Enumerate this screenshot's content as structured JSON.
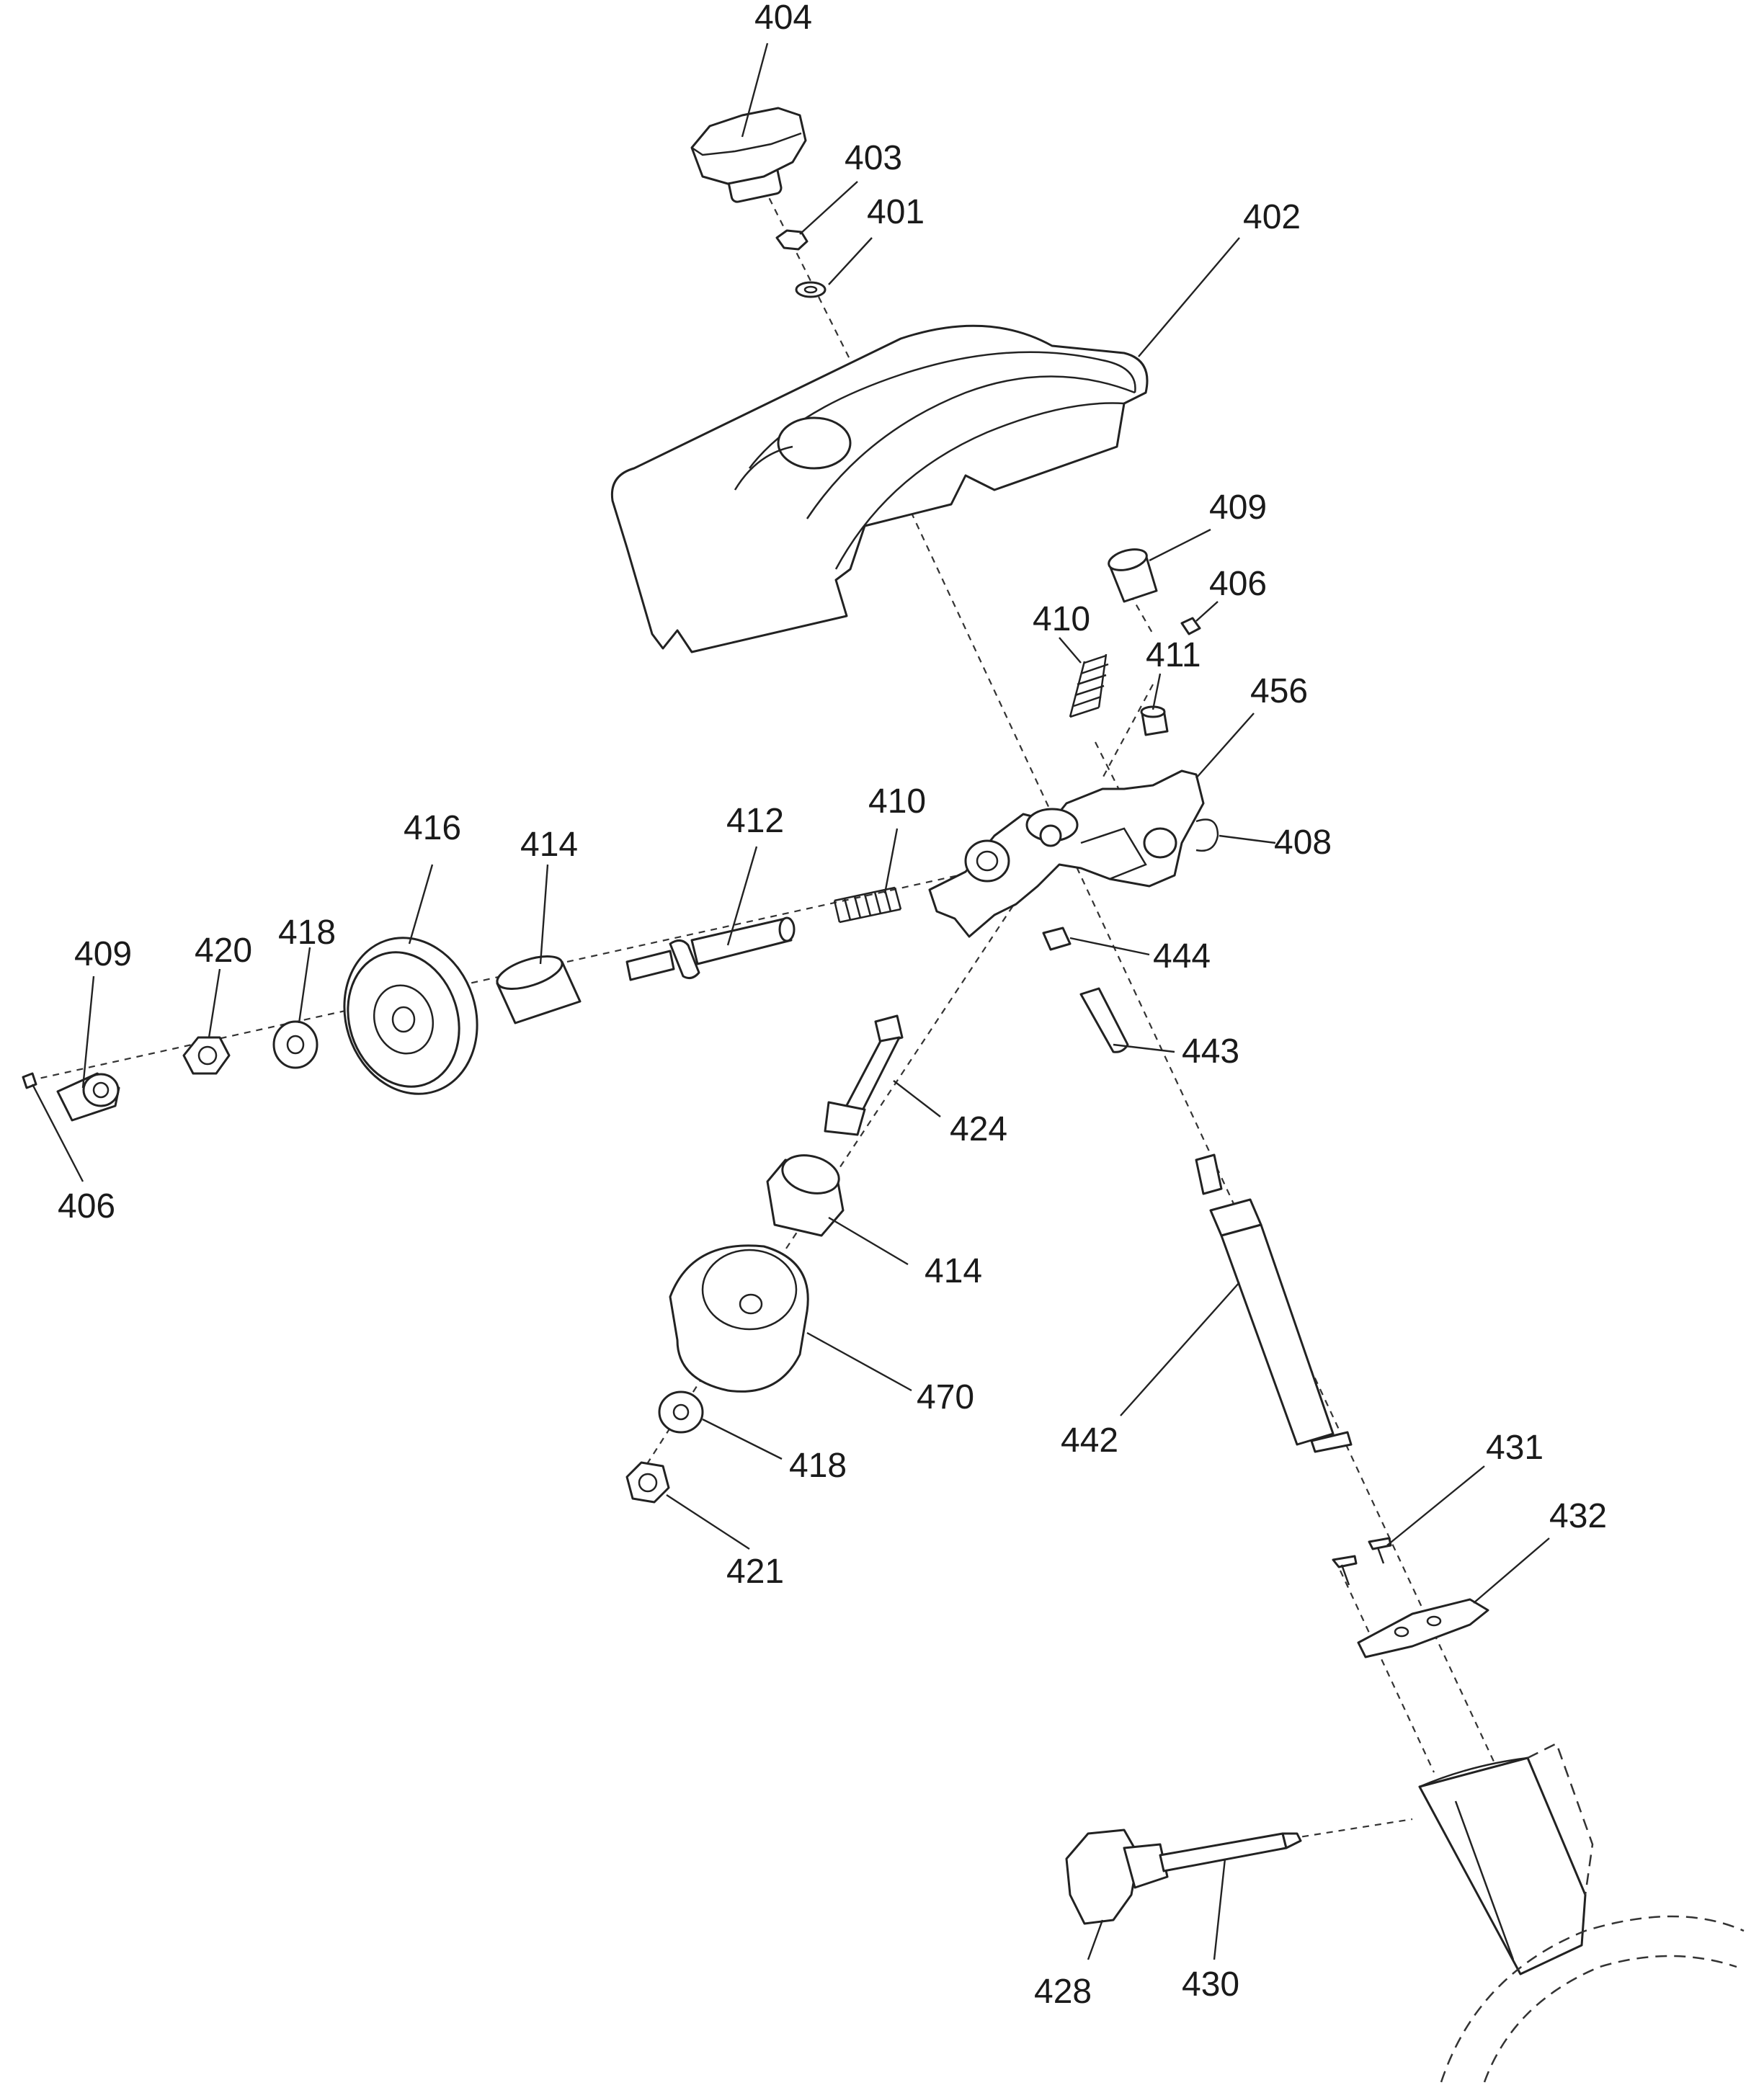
{
  "callouts": [
    {
      "id": "c404",
      "text": "404"
    },
    {
      "id": "c403",
      "text": "403"
    },
    {
      "id": "c401",
      "text": "401"
    },
    {
      "id": "c402",
      "text": "402"
    },
    {
      "id": "c409a",
      "text": "409"
    },
    {
      "id": "c406a",
      "text": "406"
    },
    {
      "id": "c410a",
      "text": "410"
    },
    {
      "id": "c411",
      "text": "411"
    },
    {
      "id": "c456",
      "text": "456"
    },
    {
      "id": "c408",
      "text": "408"
    },
    {
      "id": "c410b",
      "text": "410"
    },
    {
      "id": "c412",
      "text": "412"
    },
    {
      "id": "c414a",
      "text": "414"
    },
    {
      "id": "c416",
      "text": "416"
    },
    {
      "id": "c418a",
      "text": "418"
    },
    {
      "id": "c420",
      "text": "420"
    },
    {
      "id": "c409b",
      "text": "409"
    },
    {
      "id": "c406b",
      "text": "406"
    },
    {
      "id": "c444",
      "text": "444"
    },
    {
      "id": "c443",
      "text": "443"
    },
    {
      "id": "c424",
      "text": "424"
    },
    {
      "id": "c414b",
      "text": "414"
    },
    {
      "id": "c470",
      "text": "470"
    },
    {
      "id": "c418b",
      "text": "418"
    },
    {
      "id": "c421",
      "text": "421"
    },
    {
      "id": "c442",
      "text": "442"
    },
    {
      "id": "c431",
      "text": "431"
    },
    {
      "id": "c432",
      "text": "432"
    },
    {
      "id": "c428",
      "text": "428"
    },
    {
      "id": "c430",
      "text": "430"
    }
  ]
}
